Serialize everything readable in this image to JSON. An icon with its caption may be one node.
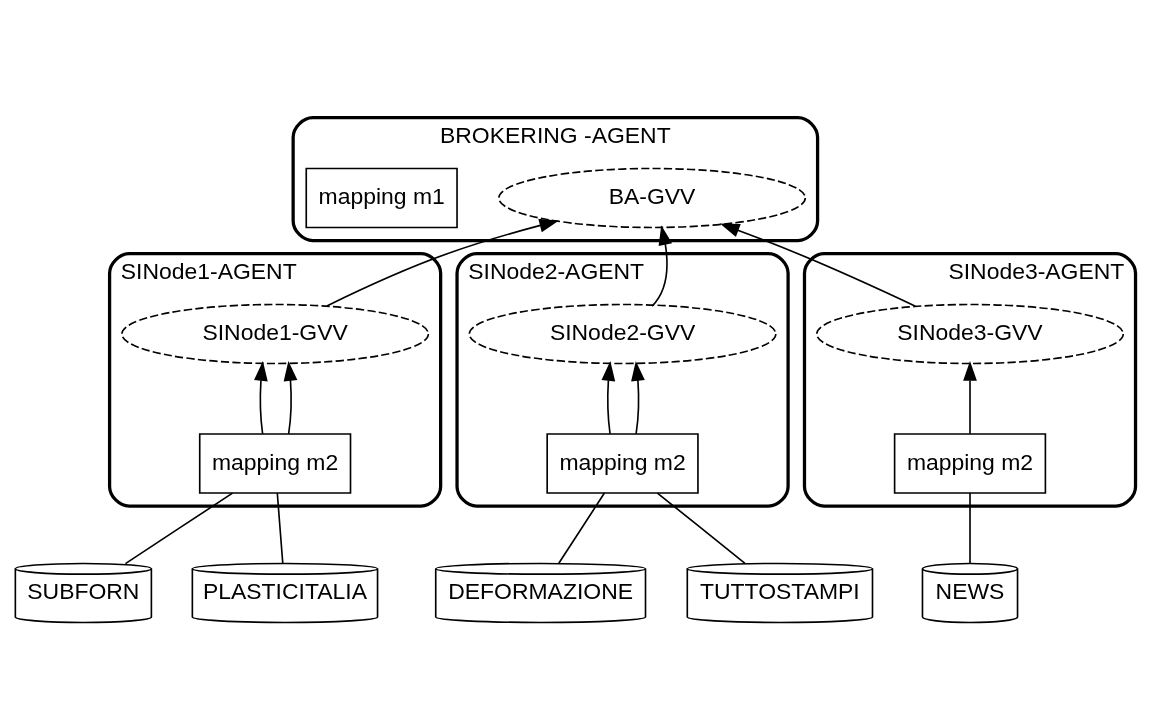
{
  "diagram": {
    "nodes": [
      {
        "text": [
          "BROKERING -AGENT"
        ]
      },
      {
        "text": [
          "BA-GVV"
        ],
        "in": 0
      },
      {
        "text": [
          "mapping m1"
        ],
        "in": 0
      },
      {
        "text": [
          "SINode1-AGENT"
        ]
      },
      {
        "text": [
          "SINode1-GVV"
        ],
        "in": 3
      },
      {
        "text": [
          "mapping m2"
        ],
        "in": 3
      },
      {
        "text": [
          "SINode2-AGENT"
        ]
      },
      {
        "text": [
          "SINode2-GVV"
        ],
        "in": 6
      },
      {
        "text": [
          "mapping m2"
        ],
        "in": 6
      },
      {
        "text": [
          "SINode3-AGENT"
        ]
      },
      {
        "text": [
          "SINode3-GVV"
        ],
        "in": 9
      },
      {
        "text": [
          "mapping m2"
        ],
        "in": 9
      },
      {
        "text": [
          "SUBFORN"
        ]
      },
      {
        "text": [
          "PLASTICITALIA"
        ]
      },
      {
        "text": [
          "DEFORMAZIONE"
        ]
      },
      {
        "text": [
          "TUTTOSTAMPI"
        ]
      },
      {
        "text": [
          "NEWS"
        ]
      }
    ],
    "edges": [
      {
        "from": 4,
        "to": 1,
        "arrow": "to"
      },
      {
        "from": 7,
        "to": 1,
        "arrow": "to"
      },
      {
        "from": 10,
        "to": 1,
        "arrow": "to"
      },
      {
        "from": 5,
        "to": 4,
        "arrow": "to"
      },
      {
        "from": 5,
        "to": 4,
        "arrow": "to"
      },
      {
        "from": 8,
        "to": 7,
        "arrow": "to"
      },
      {
        "from": 8,
        "to": 7,
        "arrow": "to"
      },
      {
        "from": 11,
        "to": 10,
        "arrow": "to"
      },
      {
        "from": 12,
        "to": 5,
        "arrow": "none"
      },
      {
        "from": 13,
        "to": 5,
        "arrow": "none"
      },
      {
        "from": 14,
        "to": 8,
        "arrow": "none"
      },
      {
        "from": 15,
        "to": 8,
        "arrow": "none"
      },
      {
        "from": 16,
        "to": 11,
        "arrow": "none"
      }
    ]
  }
}
